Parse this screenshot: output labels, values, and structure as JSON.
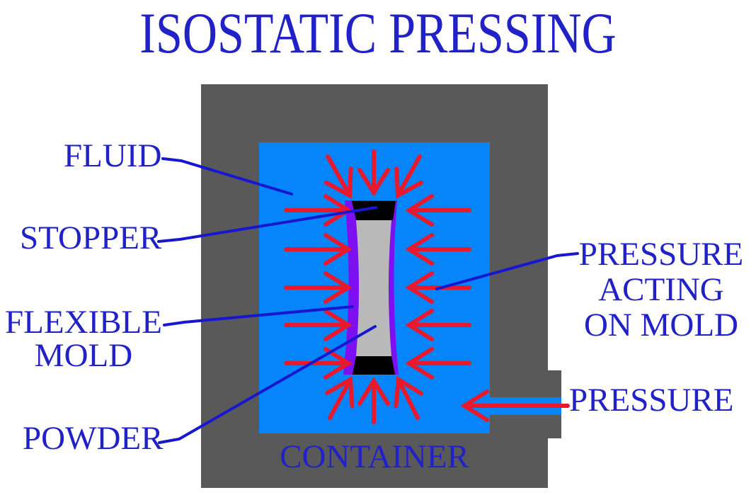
{
  "title": "ISOSTATIC PRESSING",
  "labels": {
    "fluid": "FLUID",
    "stopper": "STOPPER",
    "flexible_mold": [
      "FLEXIBLE",
      "MOLD"
    ],
    "powder": "POWDER",
    "pressure_acting": [
      "PRESSURE",
      "ACTING",
      "ON MOLD"
    ],
    "pressure": "PRESSURE",
    "container": "CONTAINER"
  },
  "colors": {
    "title-text": "#2121C8",
    "label-text": "#2121C8",
    "leader-line": "#1717CF",
    "fluid": "#0684FA",
    "container": "#595959",
    "mold": "#7D10F0",
    "powder": "#B9B9B9",
    "stopper": "#000000",
    "arrow": "#E8192C",
    "page-bg": "#FFFFFF"
  }
}
